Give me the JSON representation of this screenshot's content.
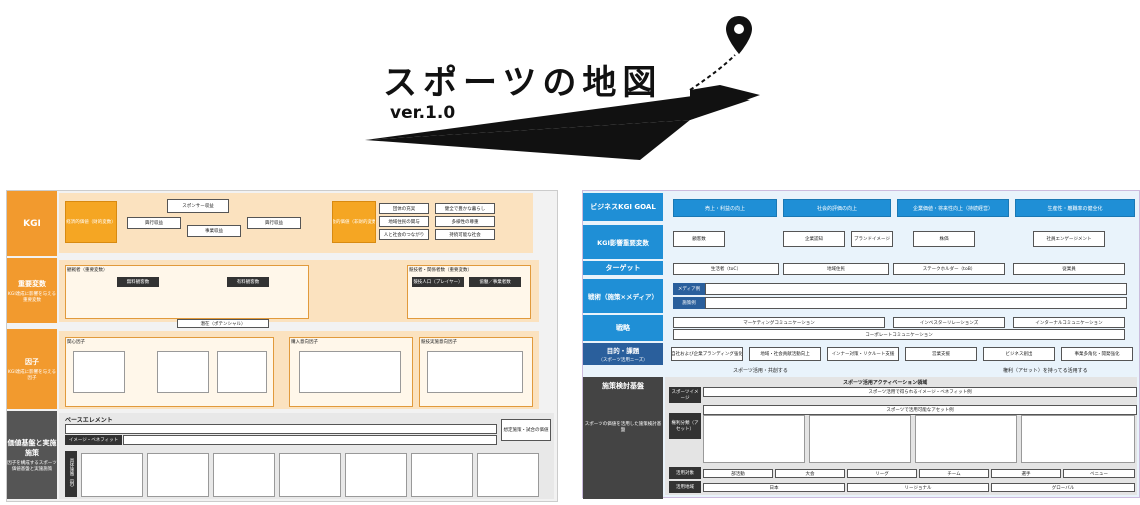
{
  "hero": {
    "title": "スポーツの地図",
    "version": "ver.1.0"
  },
  "left": {
    "rows": {
      "kgi": "KGI",
      "vars": "重要変数",
      "vars_sub": "KGI達成に影響を与える重要変数",
      "factor": "因子",
      "factor_sub": "KGI達成に影響を与える因子",
      "base": "価値基盤と実施施策",
      "base_sub": "因子を構成するスポーツ価値基盤と実施施策"
    },
    "kgi": {
      "econ_value": "経済的価値（財的変数）",
      "sponsor": "スポンサー収益",
      "event_revenue": "興行収益",
      "business_revenue": "事業収益",
      "social_value": "社会的価値（非財的変数）",
      "social_items": [
        "団体の充実",
        "地域住民の関与",
        "人と社会のつながり",
        "健全で豊かな暮らし",
        "多様性の尊重",
        "持続可能な社会"
      ]
    },
    "vars": {
      "spectator": "観戦者（重要変数）",
      "player": "競技者・関係者数（重要変数）",
      "paying": "無料観客数",
      "paid": "有料観客数",
      "entry": "競技人口（プレイヤー）",
      "staff": "協働／事業者数",
      "potential": "潜在（ポテンシャル）"
    },
    "factor": {
      "interest": "関心因子",
      "action": "購入意向因子",
      "participation": "競技実施意向因子"
    },
    "base": {
      "element": "ベースエレメント",
      "image": "イメージ・ベネフィット",
      "specific": "具体施策（例）",
      "result": "想定施策・試合の価値"
    }
  },
  "right": {
    "rows": {
      "goal": "ビジネスKGI GOAL",
      "kpi": "KGI影響重要変数",
      "target": "ターゲット",
      "tactics": "戦術（施策×メディア）",
      "strategy": "戦略",
      "purpose": "目的・課題",
      "purpose_sub": "（スポーツ活用ニーズ）",
      "base": "施策検討基盤"
    },
    "goal": {
      "g1": "売上・利益の向上",
      "g2": "社会的評価の向上",
      "g3": "企業価値・将来性向上（持続経営）",
      "g4": "生産性・離職率の健全化"
    },
    "kpi": {
      "k1": "顧客数",
      "k2": "企業認知",
      "k3": "ブランドイメージ",
      "k4": "株価",
      "k5": "社員エンゲージメント"
    },
    "target": [
      "生活者（toC）",
      "地域住民",
      "ステークホルダー（toB）",
      "従業員"
    ],
    "tactics": {
      "media": "メディア例",
      "measure": "施策例"
    },
    "strategy": [
      "マーケティングコミュニケーション",
      "インベスターリレーションズ",
      "インターナルコミュニケーション",
      "コーポレートコミュニケーション"
    ],
    "purpose": [
      "自社および企業ブランディング強化",
      "地域・社会貢献活動向上",
      "インナー対策・リクルート支援",
      "営業支援",
      "ビジネス創出",
      "事業多角化・開発強化"
    ],
    "connectors": {
      "sports": "スポーツ活用・共創する",
      "asset": "権利（アセット）を持ってる活用する"
    },
    "base": {
      "activation": "スポーツ活用アクティベーション領域",
      "image": "スポーツイメージ",
      "image_row": "スポーツ活用で得られるイメージ・ベネフィット例",
      "asset_row": "スポーツで活用可能なアセット例",
      "left_desc": "スポーツの価値を活用した施策検討基盤",
      "asset_lbl": "権利分類（アセット）",
      "scale_lbl": "活用対象",
      "region_lbl": "活用地域",
      "scale": [
        "部活動",
        "大会",
        "リーグ",
        "チーム",
        "選手",
        "ベニュー"
      ],
      "region": [
        "日本",
        "リージョナル",
        "グローバル"
      ]
    }
  }
}
